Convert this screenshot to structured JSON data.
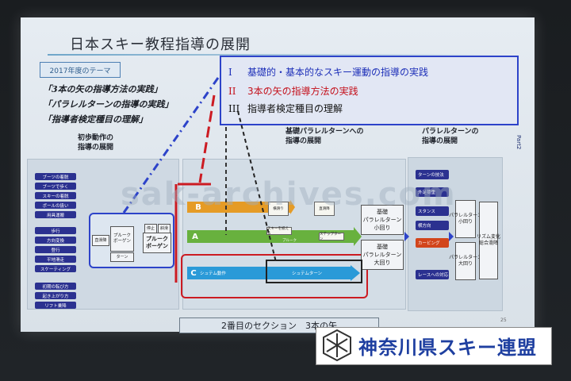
{
  "slide": {
    "title": "日本スキー教程指導の展開",
    "theme_label": "2017年度のテーマ",
    "themes": [
      "「3本の矢の指導方法の実践」",
      "「パラレルターンの指導の実践」",
      "「指導者検定種目の理解」"
    ],
    "box_items": [
      {
        "num": "I",
        "text": "基礎的・基本的なスキー運動の指導の実践",
        "color": "#1d2fb8"
      },
      {
        "num": "II",
        "text": "3本の矢の指導方法の実践",
        "color": "#c4101b"
      },
      {
        "num": "III",
        "text": "指導者検定種目の理解",
        "color": "#111111"
      }
    ],
    "section_heads": {
      "left": "初歩動作の\n指導の展開",
      "mid": "基礎パラレルターンへの\n指導の展開",
      "right": "パラレルターンの\n指導の展開"
    },
    "left_items": [
      "ブーツの着脱",
      "ブーツで歩く",
      "スキーの着脱",
      "ポールの扱い",
      "用具運搬",
      "歩行",
      "方向変換",
      "登行",
      "平地滑走",
      "スケーティング",
      "初期の転び方",
      "起き上がり方",
      "リフト乗降"
    ],
    "mid_left": {
      "straight": "直滑降",
      "plough_glide": "プルーク\nボーゲン",
      "stop": "停止",
      "tilt": "斜滑",
      "turn": "ターン",
      "plough_bogen": "プルーク\nボーゲン"
    },
    "lanes": {
      "b": "B",
      "a": "A",
      "c": "C",
      "c_label": "シュテム動作",
      "system_turn": "シュテムターン",
      "plough": "プルーク",
      "b_items": [
        "横滑り",
        "直滑降"
      ],
      "a_items": [
        "スキーを揃える",
        "ステップターン"
      ]
    },
    "mid_right": [
      "基礎\nパラレルターン\n小回り",
      "基礎\nパラレルターン\n大回り"
    ],
    "right_pills": [
      {
        "label": "ターンの技法",
        "color": "#2b3190"
      },
      {
        "label": "外足荷重",
        "color": "#2b3190"
      },
      {
        "label": "スタンス",
        "color": "#2b3190"
      },
      {
        "label": "横方向",
        "color": "#2b3190"
      },
      {
        "label": "カービング",
        "color": "#d2451b"
      },
      {
        "label": "レースへの対応",
        "color": "#2b3190"
      }
    ],
    "right_mid": [
      "パラレルターン\n小回り",
      "パラレルターン\n大回り"
    ],
    "right_end": "リズム変化\n総合滑降",
    "caption": "2番目のセクション　3本の矢",
    "page_number": "25",
    "side_tag": "Part2"
  },
  "watermark": "sak-archives.com",
  "logo": {
    "text": "神奈川県スキー連盟",
    "color": "#1e3fa0"
  }
}
